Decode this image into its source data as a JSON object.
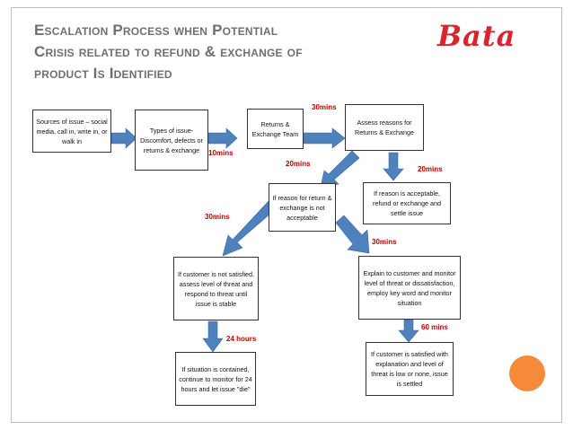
{
  "title": {
    "line1": "Escalation Process when Potential",
    "line2": "Crisis related to refund & exchange  of",
    "line3": "product Is Identified"
  },
  "logo": {
    "text": "Bata",
    "color": "#d7262e"
  },
  "accent_color": "#f58a3a",
  "arrow_color": "#4f81bd",
  "time_label_color": "#c00000",
  "nodes": {
    "sources": "Sources of issue – social media, call in, write in, or walk in",
    "types": "Types of issue-Discomfort, defects or returns & exchange",
    "team": "Returns & Exchange Team",
    "assess": "Assess reasons for Returns & Exchange",
    "not_acceptable": "If reason for return & exchange is not acceptable",
    "acceptable": "If reason is acceptable, refund or exchange and settle issue",
    "not_satisfied": "If customer is not satisfied, assess level of threat and respond to threat until issue is stable",
    "explain": "Explain to customer and monitor level of threat or dissatisfaction, employ key word and monitor situation",
    "contained": "If situation is contained, continue to monitor for 24 hours and let issue \"die\"",
    "satisfied": "If customer is satisfied with explanation and level of threat is low or none, issue is settled"
  },
  "times": {
    "t10": "10mins",
    "t30a": "30mins",
    "t20a": "20mins",
    "t20b": "20mins",
    "t30b": "30mins",
    "t30c": "30mins",
    "t24h": "24 hours",
    "t60": "60 mins"
  }
}
